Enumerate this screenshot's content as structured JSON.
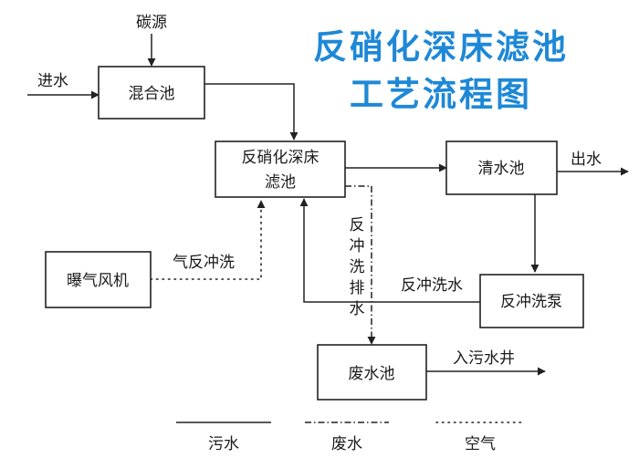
{
  "title": {
    "line1": "反硝化深床滤池",
    "line2": "工艺流程图",
    "color": "#1e88d6"
  },
  "nodes": {
    "mixing_tank": "混合池",
    "filter_line1": "反硝化深床",
    "filter_line2": "滤池",
    "clear_water_tank": "清水池",
    "blower": "曝气风机",
    "backwash_pump": "反冲洗泵",
    "waste_tank": "废水池"
  },
  "flows": {
    "carbon_source": "碳源",
    "water_in": "进水",
    "water_out": "出水",
    "air_backwash": "气反冲洗",
    "backwash_water": "反冲洗水",
    "backwash_drain": [
      "反",
      "冲",
      "洗",
      "排",
      "水"
    ],
    "to_sewer_well": "入污水井"
  },
  "legend": {
    "sewage": "污水",
    "wastewater": "废水",
    "air": "空气"
  }
}
